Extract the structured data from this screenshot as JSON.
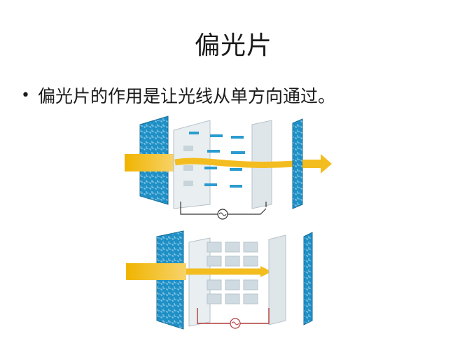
{
  "slide": {
    "title": "偏光片",
    "bullet": "偏光片的作用是让光线从单方向通过。",
    "bullet_marker": "•"
  },
  "colors": {
    "panel_blue": "#1f90c6",
    "glass": "#e8eef2",
    "light_beam": "#f3bd20",
    "circuit_black": "#333333",
    "circuit_red": "#b23a3a"
  },
  "diagrams": [
    {
      "name": "top-diagram",
      "state": "light passes",
      "circuit_color": "black"
    },
    {
      "name": "bottom-diagram",
      "state": "light blocked",
      "circuit_color": "red"
    }
  ]
}
